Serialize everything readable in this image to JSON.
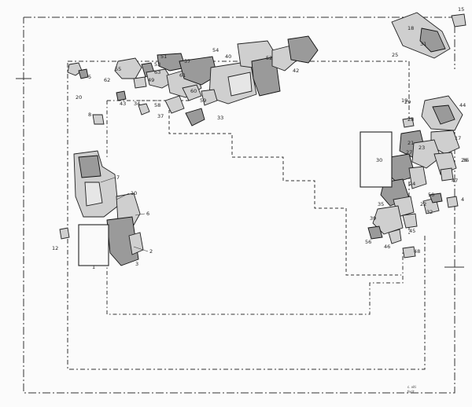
{
  "plan": {
    "stone_labels": [
      "1",
      "2",
      "3",
      "4",
      "5",
      "6",
      "7",
      "8",
      "10",
      "12",
      "15",
      "17",
      "18",
      "19",
      "20",
      "21",
      "22",
      "23",
      "24",
      "25",
      "26",
      "27",
      "28",
      "29",
      "30",
      "31",
      "32",
      "33",
      "34",
      "35",
      "36",
      "37",
      "39",
      "40",
      "42",
      "43",
      "44",
      "45",
      "46",
      "47",
      "48",
      "49",
      "50",
      "51",
      "52",
      "53",
      "54",
      "55",
      "56",
      "57",
      "58",
      "59",
      "60",
      "61",
      "62",
      "63",
      "64",
      "65"
    ],
    "signature_line1": "c. viti",
    "signature_line2": "fecit"
  }
}
